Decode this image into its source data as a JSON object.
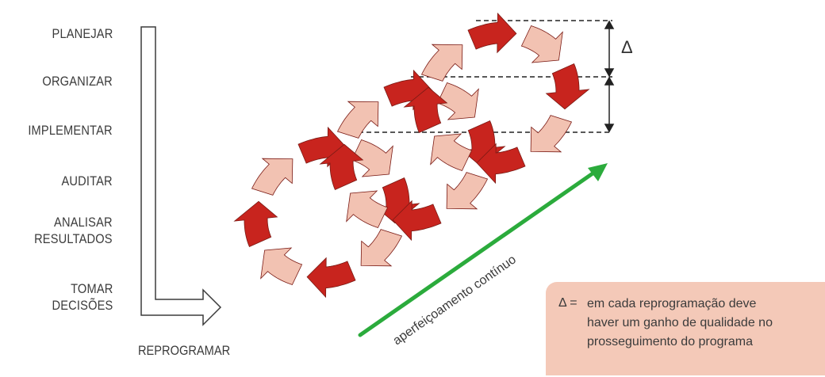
{
  "steps": [
    {
      "label": "PLANEJAR"
    },
    {
      "label": "ORGANIZAR"
    },
    {
      "label": "IMPLEMENTAR"
    },
    {
      "label": "AUDITAR"
    },
    {
      "label": "ANALISAR\nRESULTADOS"
    },
    {
      "label": "TOMAR\nDECISÕES"
    }
  ],
  "reprogram_label": "REPROGRAMAR",
  "improvement_label": "aperfeiçoamento contínuo",
  "delta_symbol": "Δ",
  "note": {
    "symbol": "Δ =",
    "text": "em cada reprogramação deve\nhaver um ganho de qualidade no\nprosseguimento do programa"
  },
  "colors": {
    "arrow_dark": "#c8241e",
    "arrow_light": "#f2c2b2",
    "improvement_arrow": "#2bab3c",
    "note_bg": "#f4c9b8",
    "text": "#3b3b3b"
  }
}
